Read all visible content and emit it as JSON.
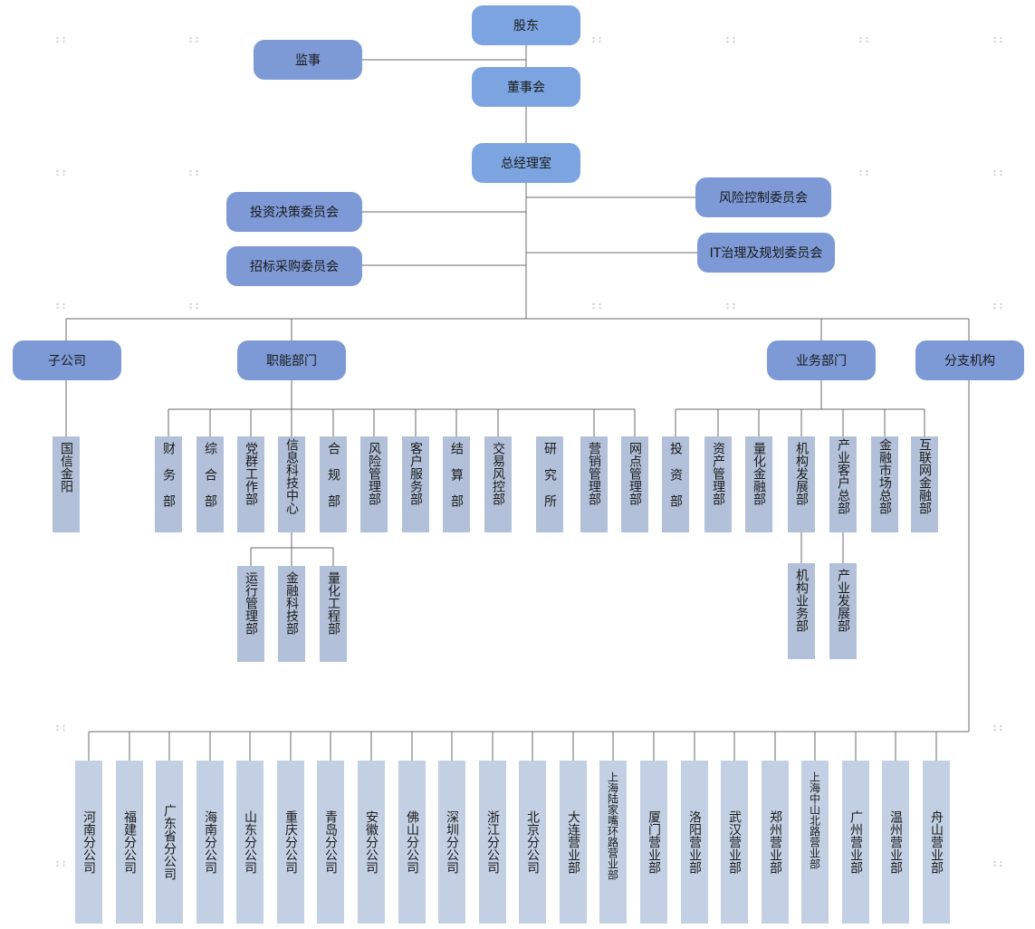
{
  "top": {
    "shareholders": "股东",
    "supervisor": "监事",
    "board": "董事会",
    "gm_office": "总经理室",
    "investment_committee": "投资决策委员会",
    "risk_committee": "风险控制委员会",
    "procurement_committee": "招标采购委员会",
    "it_committee": "IT治理及规划委员会"
  },
  "level2": {
    "subsidiaries": "子公司",
    "functional": "职能部门",
    "business": "业务部门",
    "branches": "分支机构"
  },
  "subsidiary_items": [
    "国信金阳"
  ],
  "functional_items": [
    "财务部",
    "综合部",
    "党群工作部",
    "信息科技中心",
    "合规部",
    "风险管理部",
    "客户服务部",
    "结算部",
    "交易风控部",
    "研究所",
    "营销管理部",
    "网点管理部"
  ],
  "it_center_items": [
    "运行管理部",
    "金融科技部",
    "量化工程部"
  ],
  "business_items": [
    "投资部",
    "资产管理部",
    "量化金融部",
    "机构发展部",
    "产业客户总部",
    "金融市场总部",
    "互联网金融部"
  ],
  "institution_sub": [
    "机构业务部"
  ],
  "industry_sub": [
    "产业发展部"
  ],
  "branch_items": [
    "河南分公司",
    "福建分公司",
    "广东省分公司",
    "海南分公司",
    "山东分公司",
    "重庆分公司",
    "青岛分公司",
    "安徽分公司",
    "佛山分公司",
    "深圳分公司",
    "浙江分公司",
    "北京分公司",
    "大连营业部",
    "上海陆家嘴环路营业部",
    "厦门营业部",
    "洛阳营业部",
    "武汉营业部",
    "郑州营业部",
    "上海中山北路营业部",
    "广州营业部",
    "温州营业部",
    "舟山营业部"
  ],
  "colors": {
    "top_box": "#7ba4e0",
    "node_box": "#7d99d6",
    "dept_box": "#b2c1d9",
    "branch_box": "#c3d0e4",
    "line": "#6a6a6a"
  }
}
